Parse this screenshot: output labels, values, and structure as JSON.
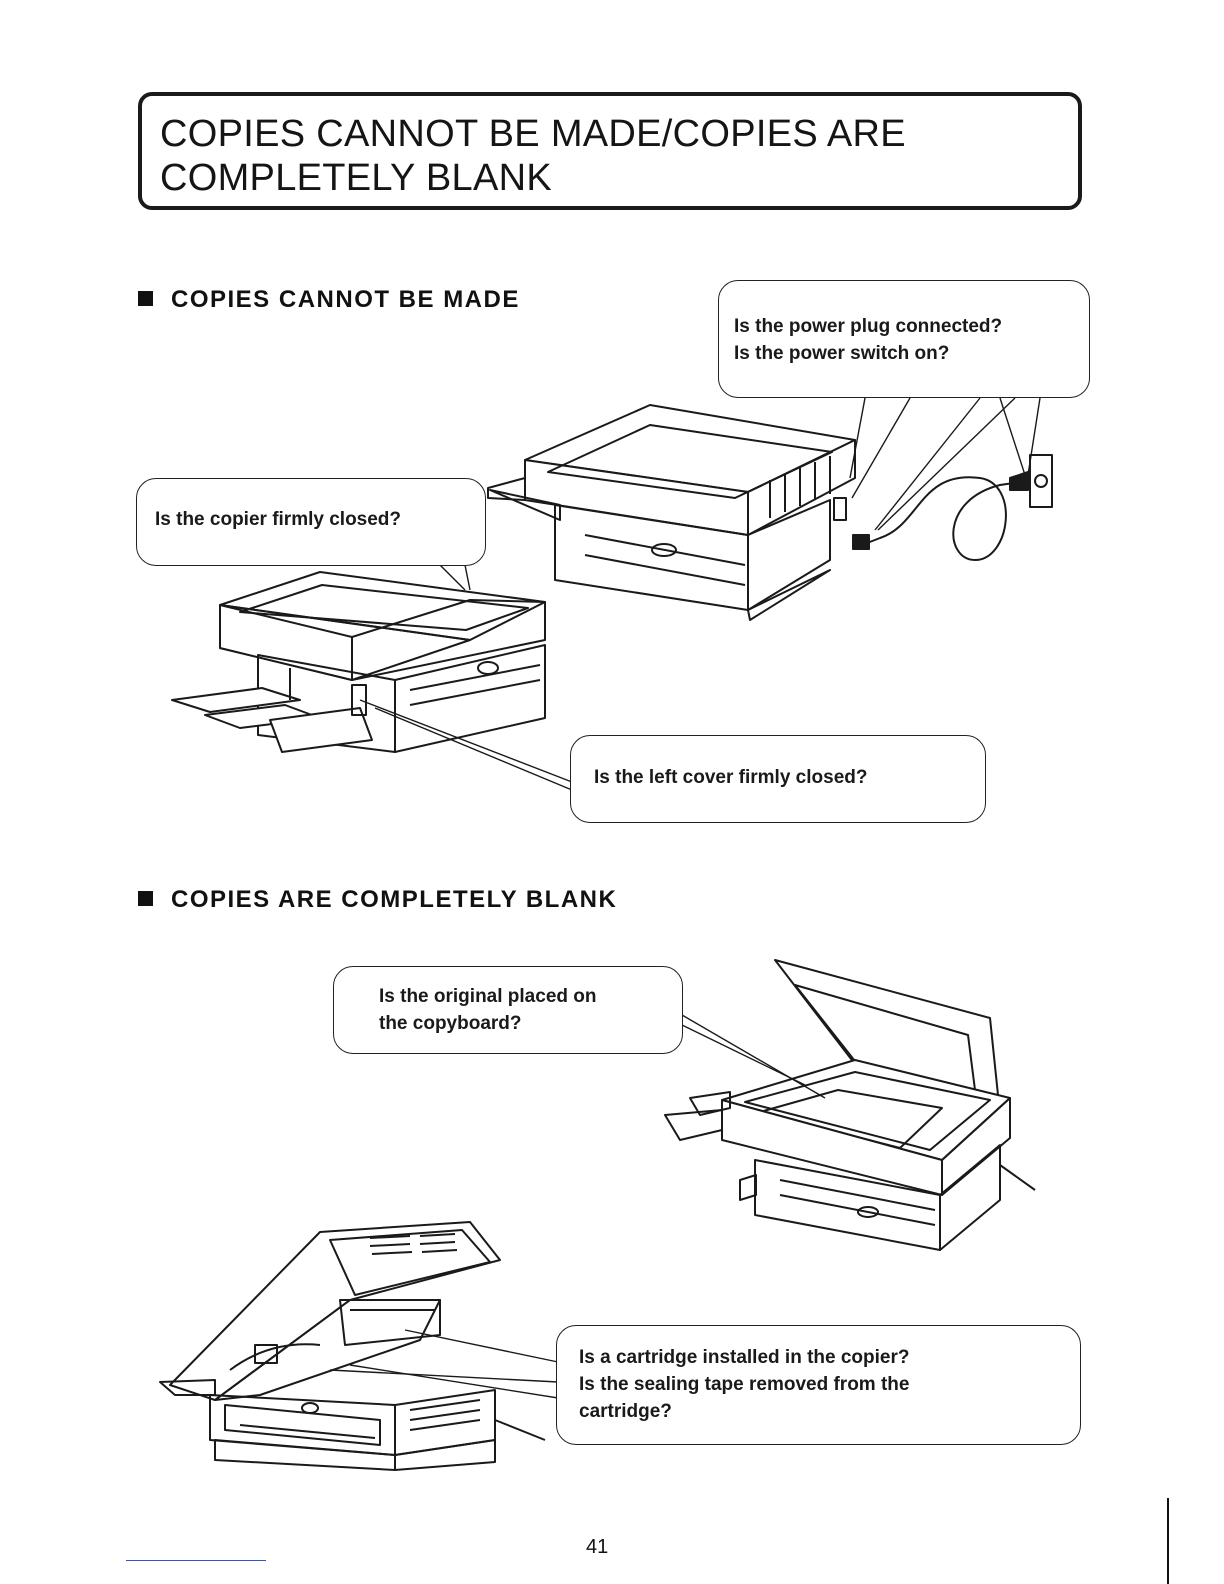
{
  "header": {
    "title_line1": "COPIES CANNOT BE MADE/COPIES ARE",
    "title_line2": "COMPLETELY BLANK"
  },
  "section1": {
    "heading": "COPIES CANNOT BE MADE",
    "callouts": {
      "power": [
        "Is the power plug connected?",
        "Is the power switch on?"
      ],
      "closed": "Is the copier firmly closed?",
      "left_cover": "Is the left cover firmly closed?"
    }
  },
  "section2": {
    "heading": "COPIES ARE COMPLETELY BLANK",
    "callouts": {
      "original": [
        "Is the original placed on",
        "the copyboard?"
      ],
      "cartridge": [
        "Is a cartridge installed in the copier?",
        "Is the sealing tape removed from the",
        "cartridge?"
      ]
    }
  },
  "footer": {
    "page_number": "41"
  }
}
